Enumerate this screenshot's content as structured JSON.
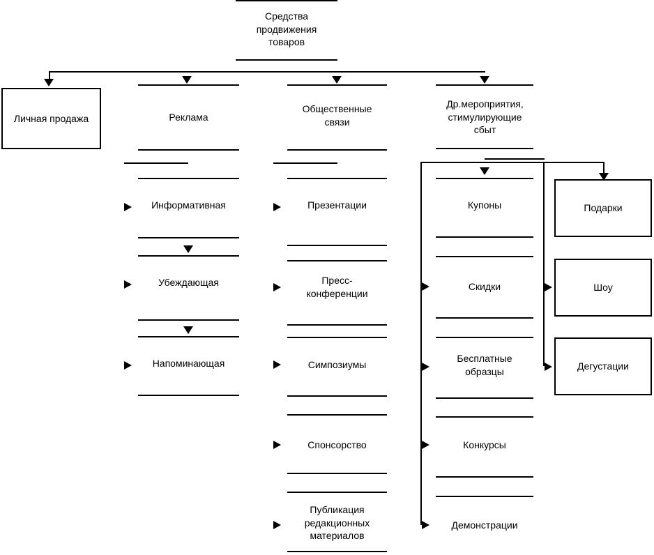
{
  "diagram": {
    "title": "Средства продвижения товаров",
    "root": {
      "label": "Средства\nпродвижения\nтоваров"
    },
    "columns": [
      {
        "id": "personal-selling",
        "head": "Личная продажа",
        "head_style": "boxed",
        "items": []
      },
      {
        "id": "advertising",
        "head": "Реклама",
        "head_style": "open",
        "items": [
          "Информативная",
          "Убеждающая",
          "Напоминающая"
        ]
      },
      {
        "id": "public-relations",
        "head": "Общественные\nсвязи",
        "head_style": "open",
        "items": [
          "Презентации",
          "Пресс-\nконференции",
          "Симпозиумы",
          "Спонсорство",
          "Публикация\nредакционных\nматериалов"
        ]
      },
      {
        "id": "sales-promotion",
        "head": "Др.мероприятия,\nстимулирующие\nсбыт",
        "head_style": "open",
        "items": [
          "Купоны",
          "Скидки",
          "Бесплатные\nобразцы",
          "Конкурсы",
          "Демонстрации"
        ]
      }
    ],
    "side_boxes": [
      "Подарки",
      "Шоу",
      "Дегустации"
    ],
    "colors": {
      "line": "#000000",
      "text": "#000000",
      "background": "#ffffff"
    }
  }
}
